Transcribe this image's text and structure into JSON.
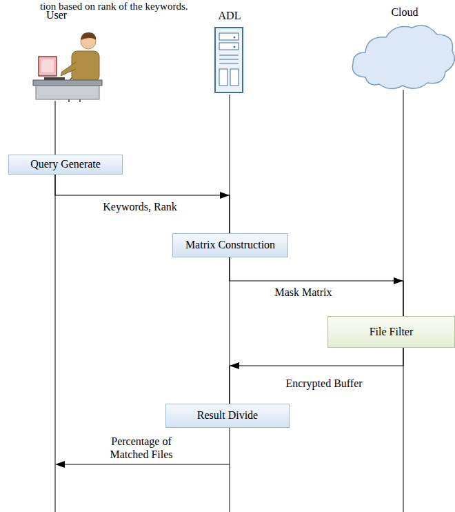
{
  "diagram": {
    "nodes": [
      {
        "text": [
          "Query Generate"
        ]
      },
      {
        "text": [
          "Matrix Construction"
        ]
      },
      {
        "text": [
          "File Filter"
        ]
      },
      {
        "text": [
          "Result Divide"
        ]
      }
    ],
    "edges": [
      {
        "from": 0,
        "to": 1,
        "label": "Keywords, Rank",
        "arrow": "to"
      },
      {
        "from": 1,
        "to": 2,
        "label": "Mask Matrix",
        "arrow": "to"
      },
      {
        "from": 2,
        "to": 3,
        "label": "Encrypted Buffer",
        "arrow": "to"
      }
    ],
    "labels": [
      "tion based on rank of the keywords.",
      "User",
      "ADL",
      "Cloud",
      "Percentage of Matched Files"
    ]
  }
}
